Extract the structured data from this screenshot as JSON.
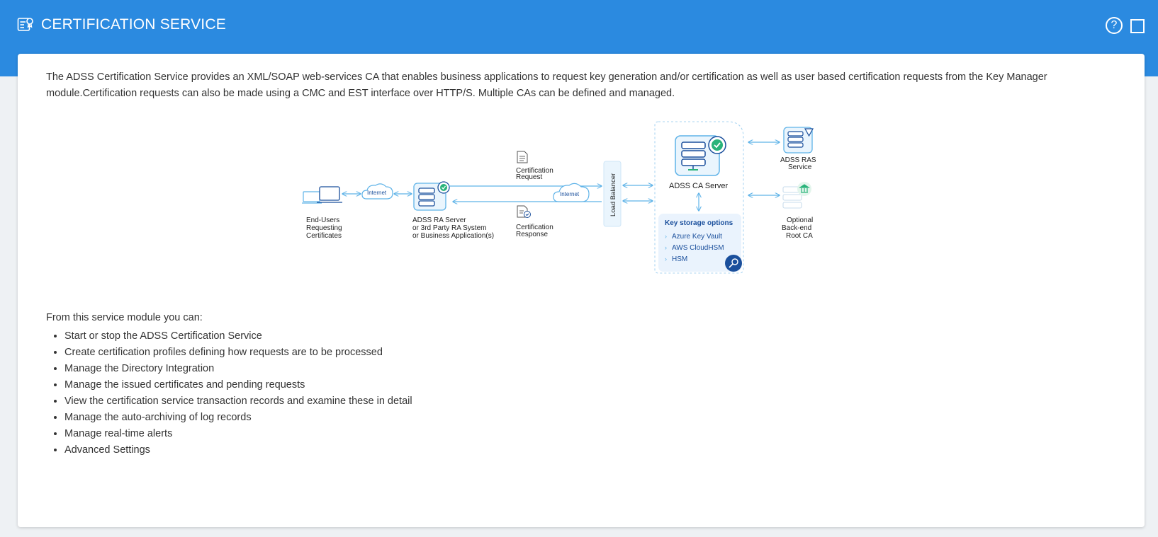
{
  "header": {
    "title": "CERTIFICATION SERVICE",
    "help_label": "?",
    "icons": {
      "title": "certificate-service-icon",
      "help": "help-icon",
      "maximize": "maximize-icon"
    }
  },
  "intro_text": "The ADSS Certification Service provides an XML/SOAP web-services CA that enables business applications to request key generation and/or certification as well as user based certification requests from the Key Manager module.Certification requests can also be made using a CMC and EST interface over HTTP/S. Multiple CAs can be defined and managed.",
  "diagram": {
    "end_users": [
      "End-Users",
      "Requesting",
      "Certificates"
    ],
    "internet_1": "Internet",
    "ra_server": [
      "ADSS RA Server",
      "or 3rd Party RA System",
      "or Business Application(s)"
    ],
    "cert_request": [
      "Certification",
      "Request"
    ],
    "cert_response": [
      "Certification",
      "Response"
    ],
    "internet_2": "Internet",
    "load_balancer": "Load Balancer",
    "ca_server": "ADSS CA Server",
    "key_storage_title": "Key storage options",
    "key_storage_options": [
      "Azure Key Vault",
      "AWS CloudHSM",
      "HSM"
    ],
    "ras_service": [
      "ADSS RAS",
      "Service"
    ],
    "backend_ca": [
      "Optional",
      "Back-end",
      "Root CA"
    ]
  },
  "features": {
    "title": "From this service module you can:",
    "items": [
      "Start or stop the ADSS Certification Service",
      "Create certification profiles defining how requests are to be processed",
      "Manage the Directory Integration",
      "Manage the issued certificates and pending requests",
      "View the certification service transaction records and examine these in detail",
      "Manage the auto-archiving of log records",
      "Manage real-time alerts",
      "Advanced Settings"
    ]
  },
  "colors": {
    "header": "#2b8ae0",
    "diagram_line": "#5fb3e8",
    "diagram_dark": "#1a4f9c",
    "badge_green": "#29b37a"
  }
}
